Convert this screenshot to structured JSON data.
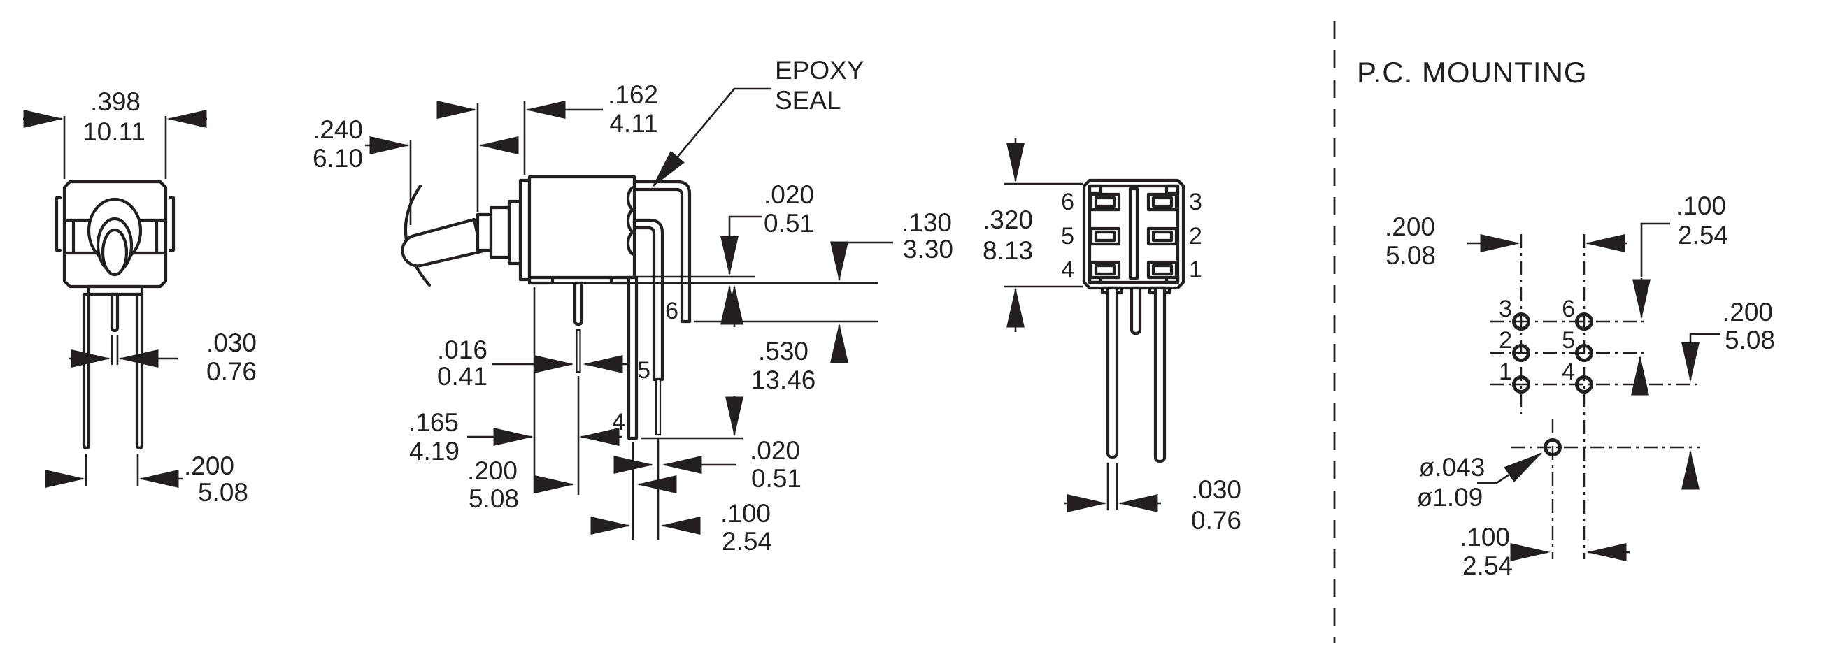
{
  "drawing": {
    "type": "engineering-drawing",
    "line_color": "#231f20",
    "background": "#ffffff",
    "front": {
      "width": {
        "in": ".398",
        "mm": "10.11"
      },
      "pin_width": {
        "in": ".030",
        "mm": "0.76"
      },
      "pin_spacing": {
        "in": ".200",
        "mm": "5.08"
      }
    },
    "side": {
      "lever": {
        "in": ".240",
        "mm": "6.10"
      },
      "bushing": {
        "in": ".162",
        "mm": "4.11"
      },
      "epoxy": {
        "line1": "EPOXY",
        "line2": "SEAL"
      },
      "standoff": {
        "in": ".020",
        "mm": "0.51"
      },
      "pin6_protrusion": {
        "in": ".130",
        "mm": "3.30"
      },
      "bracket_pin_thickness": {
        "in": ".016",
        "mm": "0.41"
      },
      "bracket_offset": {
        "in": ".165",
        "mm": "4.19"
      },
      "row_spacing": {
        "in": ".200",
        "mm": "5.08"
      },
      "pin_length": {
        "in": ".530",
        "mm": "13.46"
      },
      "pin5_tip_thickness": {
        "in": ".020",
        "mm": "0.51"
      },
      "row_pitch": {
        "in": ".100",
        "mm": "2.54"
      },
      "pin_labels": [
        "4",
        "5",
        "6"
      ]
    },
    "rear": {
      "height": {
        "in": ".320",
        "mm": "8.13"
      },
      "pin_width": {
        "in": ".030",
        "mm": "0.76"
      },
      "left_pins": [
        "6",
        "5",
        "4"
      ],
      "right_pins": [
        "3",
        "2",
        "1"
      ]
    },
    "pc": {
      "title": "P.C. MOUNTING",
      "col_spacing": {
        "in": ".200",
        "mm": "5.08"
      },
      "row_spacing": {
        "in": ".100",
        "mm": "2.54"
      },
      "locator_offset": {
        "in": ".200",
        "mm": "5.08"
      },
      "locator_x_offset": {
        "in": ".100",
        "mm": "2.54"
      },
      "hole_diameter": {
        "in": "ø.043",
        "mm": "ø1.09"
      },
      "left_labels": [
        "3",
        "2",
        "1"
      ],
      "right_labels": [
        "6",
        "5",
        "4"
      ]
    }
  }
}
